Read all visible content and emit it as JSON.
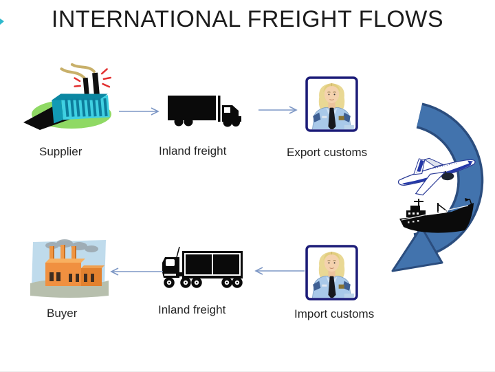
{
  "title": "INTERNATIONAL FREIGHT FLOWS",
  "nodes": {
    "supplier": {
      "label": "Supplier",
      "icon": "factory-teal-icon"
    },
    "inland_freight_top": {
      "label": "Inland freight",
      "icon": "truck-silhouette-icon"
    },
    "export_customs": {
      "label": "Export customs",
      "icon": "customs-officer-icon"
    },
    "import_customs": {
      "label": "Import customs",
      "icon": "customs-officer-icon"
    },
    "inland_freight_bottom": {
      "label": "Inland freight",
      "icon": "semi-truck-icon"
    },
    "buyer": {
      "label": "Buyer",
      "icon": "factory-orange-icon"
    }
  },
  "international_leg": {
    "icons": [
      "airplane-icon",
      "cargo-ship-icon"
    ],
    "connector": "curved-arrow-down-left"
  },
  "flow": [
    [
      "Supplier",
      "Inland freight",
      "Export customs"
    ],
    [
      "Import customs",
      "Inland freight",
      "Buyer"
    ]
  ],
  "colors": {
    "title_text": "#1c1c1c",
    "label_text": "#262626",
    "connector_arrow": "#7d97c5",
    "curve_fill": "#4273ad",
    "curve_outline": "#2b4d7e",
    "customs_border": "#1c1c78",
    "background": "#ffffff"
  }
}
